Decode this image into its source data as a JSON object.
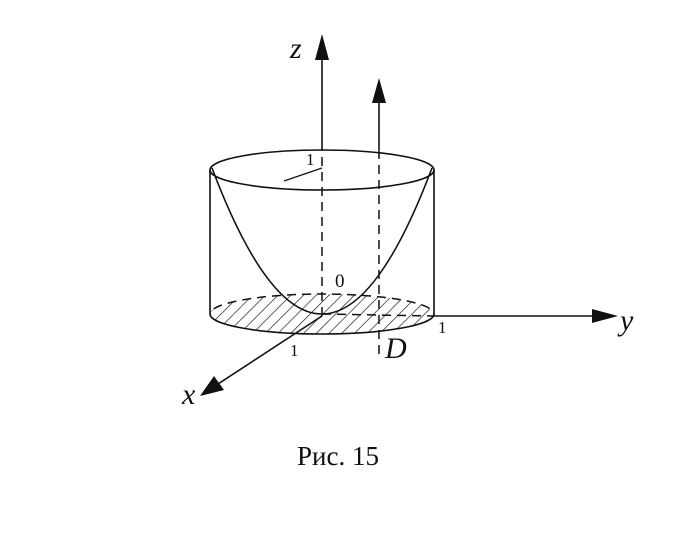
{
  "labels": {
    "z_axis": "z",
    "y_axis": "y",
    "x_axis": "x",
    "origin": "0",
    "tick_z": "1",
    "tick_y": "1",
    "tick_x": "1",
    "region": "D"
  },
  "caption": "Рис. 15"
}
